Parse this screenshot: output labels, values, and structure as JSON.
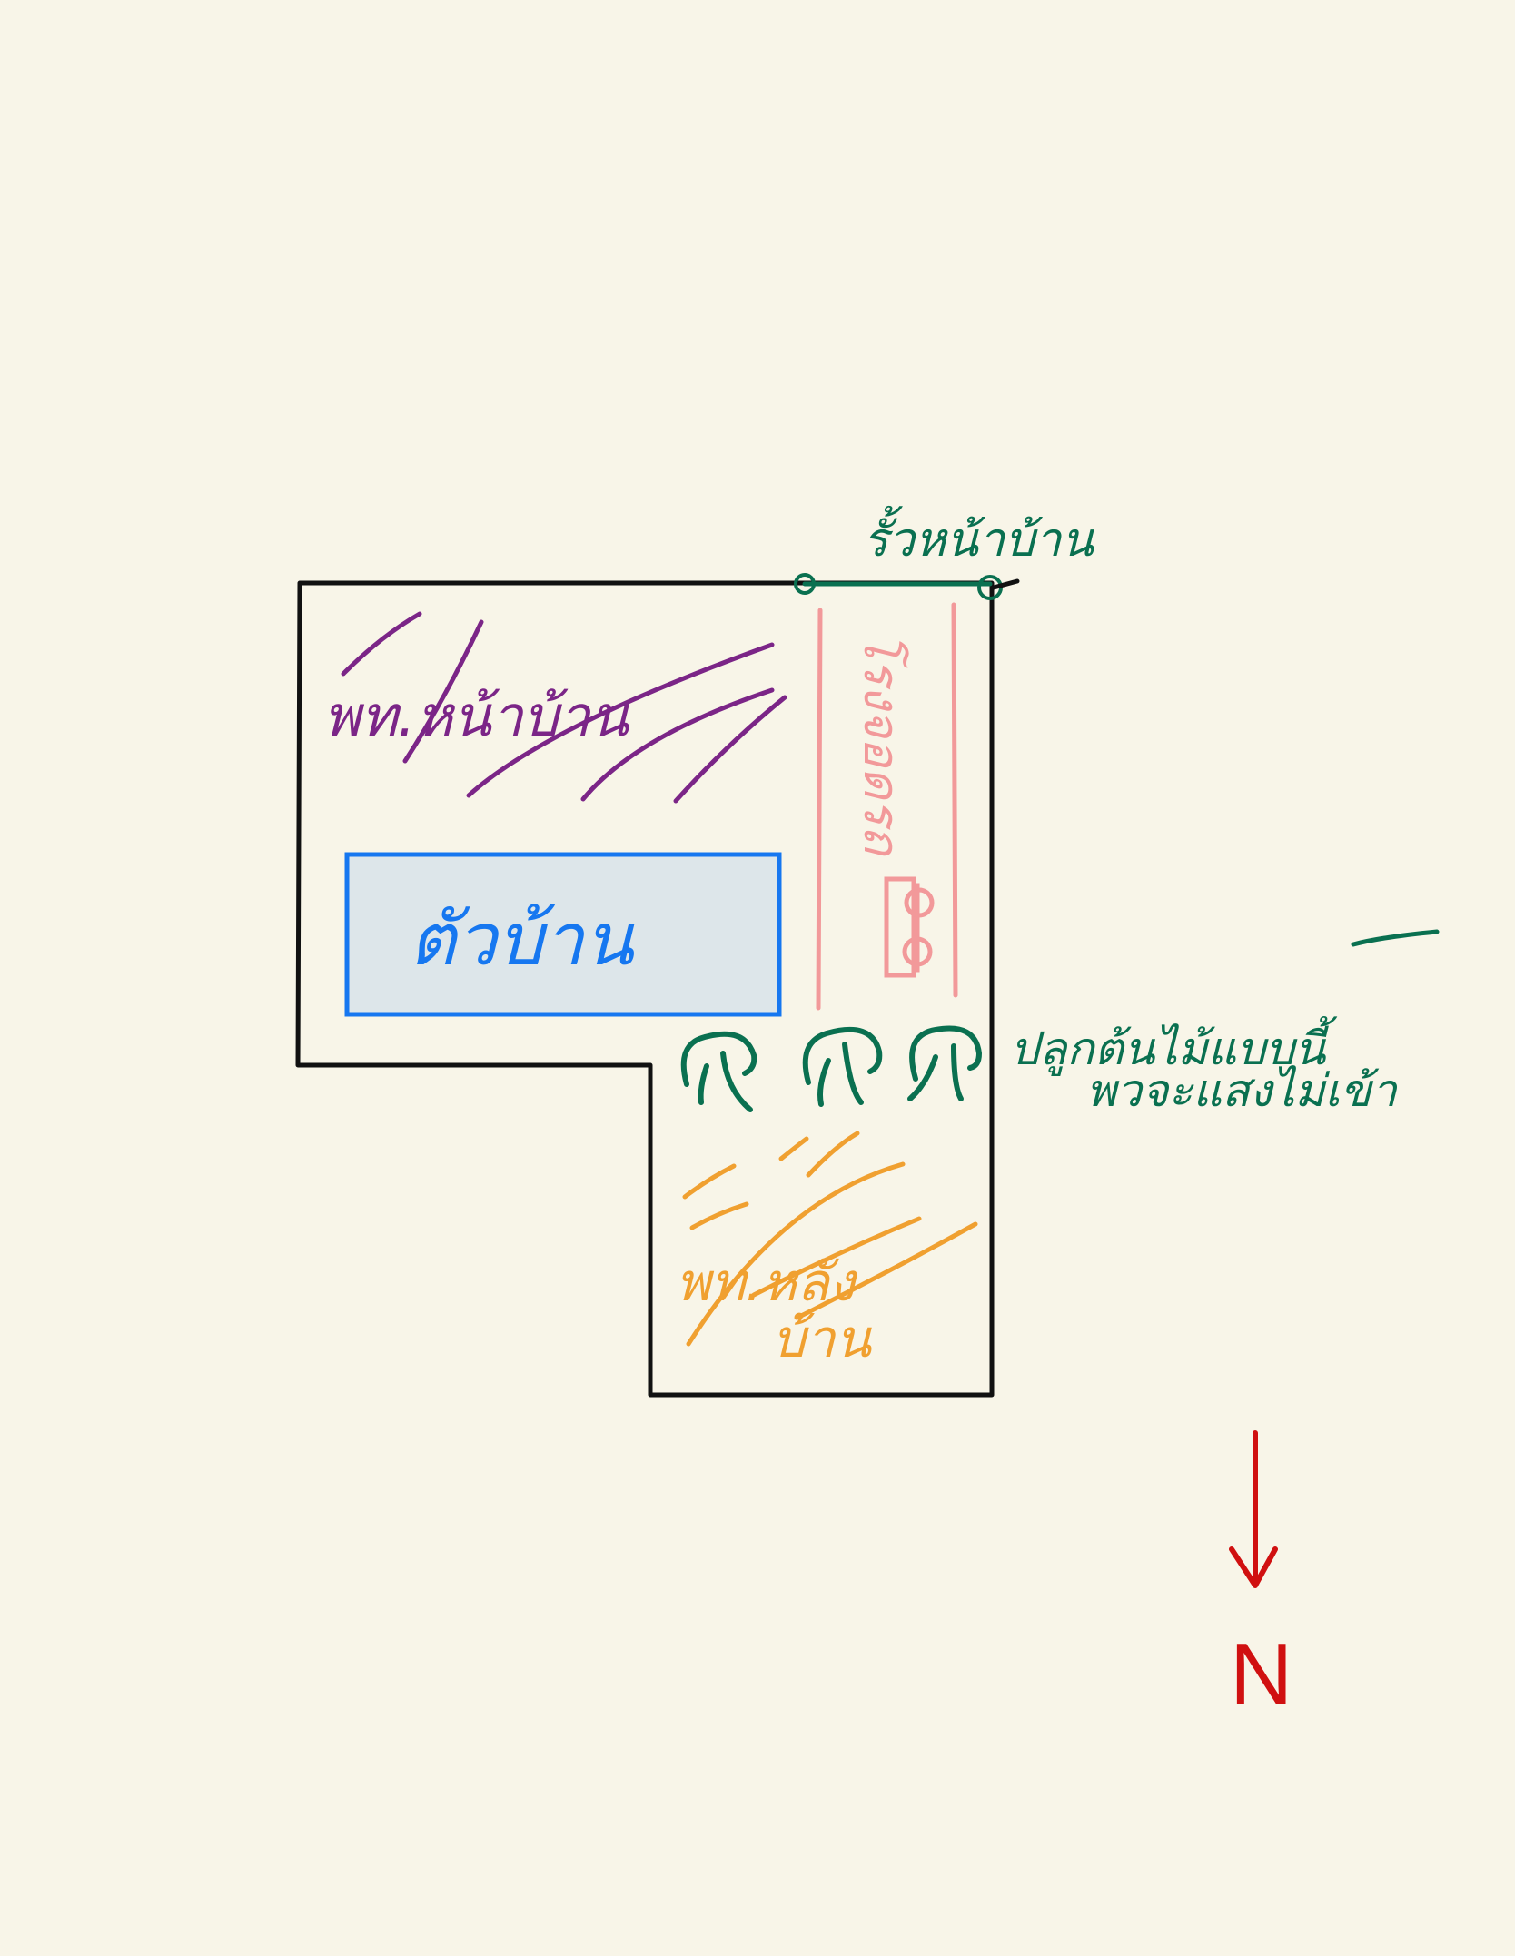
{
  "colors": {
    "background": "#f8f5e8",
    "outline": "#111111",
    "front_area": "#7b2587",
    "house": "#1677f0",
    "house_fill": "#dde6ea",
    "garage": "#f2999a",
    "fence_and_trees": "#0a7050",
    "back_area": "#f0a030",
    "north": "#d01010"
  },
  "labels": {
    "front_area": "พท.หน้าบ้าน",
    "house": "ตัวบ้าน",
    "garage": "โรงจอดรถ",
    "fence": "รั้วหน้าบ้าน",
    "tree_note_line1": "ปลูกต้นไม้แบบนี้",
    "tree_note_line2": "พวจะแสงไม่เข้า",
    "back_area_line1": "พท.หลัง",
    "back_area_line2": "บ้าน",
    "north": "N"
  },
  "icons": {
    "garage_car": "car-icon",
    "trees": "tree-icon",
    "north_arrow": "arrow-down-icon"
  },
  "tree_count": 3
}
